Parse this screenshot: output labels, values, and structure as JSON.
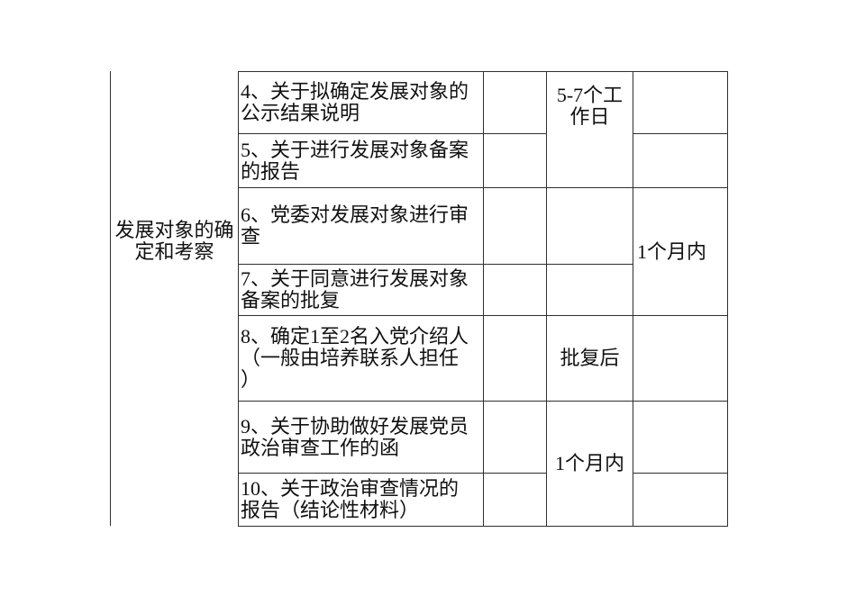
{
  "colors": {
    "background": "#ffffff",
    "border": "#2f2f2f",
    "text": "#111111"
  },
  "table": {
    "stage_label": "发展对象的确\n定和考察",
    "materials": [
      "4、关于拟确定发展对象的\n公示结果说明",
      "5、关于进行发展对象备案\n的报告",
      "6、党委对发展对象进行审\n查",
      "7、关于同意进行发展对象\n备案的批复",
      "8、确定1至2名入党介绍人\n（一般由培养联系人担任\n）",
      "9、关于协助做好发展党员\n政治审查工作的函",
      "10、关于政治审查情况的\n报告（结论性材料）"
    ],
    "time_limits": {
      "rows_4_5": "5-7个工\n作日",
      "row_8": "批复后",
      "rows_9_10": "1个月内"
    },
    "durations": {
      "rows_6_7": "1个月内"
    }
  }
}
